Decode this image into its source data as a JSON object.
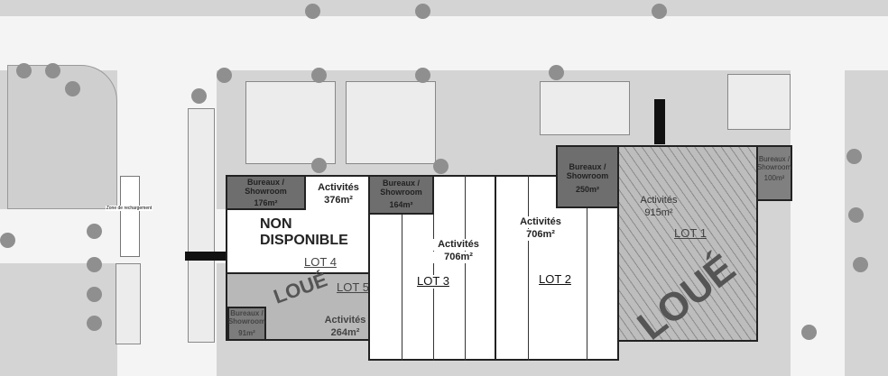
{
  "plan": {
    "loading_zone": "Zone de rechargement",
    "lot4": {
      "label": "LOT 4",
      "status": "NON DISPONIBLE",
      "office": "Bureaux / Showroom",
      "office_area": "176m²",
      "activity": "Activités",
      "activity_area": "376m²"
    },
    "lot5": {
      "label": "LOT 5",
      "status": "LOUÉ",
      "office": "Bureaux / Showroom",
      "office_area": "91m²",
      "activity": "Activités",
      "activity_area": "264m²"
    },
    "lot3": {
      "label": "LOT 3",
      "office": "Bureaux / Showroom",
      "office_area": "164m²",
      "activity": "Activités",
      "activity_area": "706m²"
    },
    "lot2": {
      "label": "LOT 2",
      "activity": "Activités",
      "activity_area": "706m²"
    },
    "lot1": {
      "label": "LOT 1",
      "status": "LOUÉ",
      "office": "Bureaux / Showroom",
      "office_area": "250m²",
      "activity": "Activités",
      "activity_area": "915m²",
      "office2": "Bureaux / Showroom",
      "office2_area": "100m²"
    }
  }
}
